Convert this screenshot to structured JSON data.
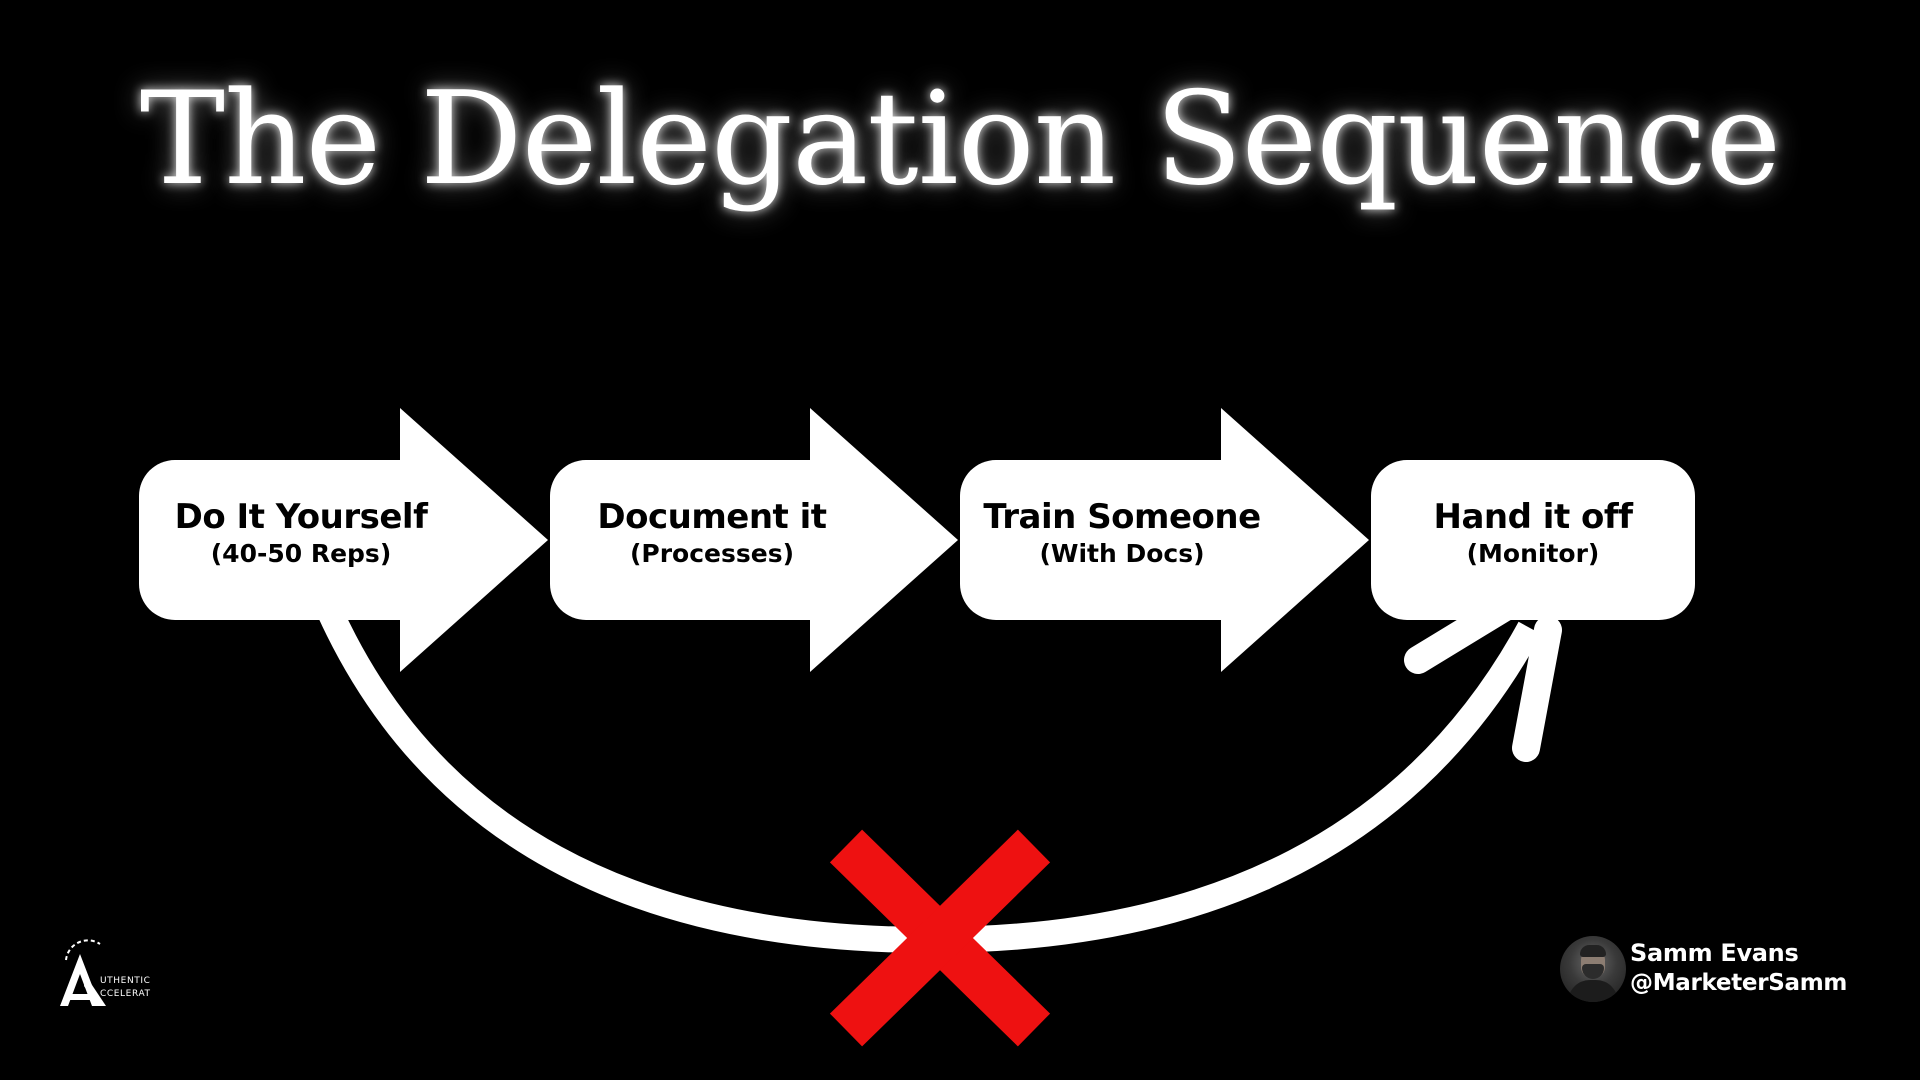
{
  "title": "The Delegation Sequence",
  "steps": [
    {
      "label": "Do It Yourself",
      "sub": "(40-50 Reps)"
    },
    {
      "label": "Document it",
      "sub": "(Processes)"
    },
    {
      "label": "Train Someone",
      "sub": "(With Docs)"
    },
    {
      "label": "Hand it off",
      "sub": "(Monitor)"
    }
  ],
  "brand": {
    "line1": "UTHENTIC",
    "line2": "CCELERAT"
  },
  "author": {
    "name": "Samm Evans",
    "handle": "@MarketerSamm"
  },
  "colors": {
    "background": "#000000",
    "foreground": "#ffffff",
    "blocked_marker": "#ee1111",
    "step_text": "#000000"
  },
  "icons": {
    "skip_path": "curved-arrow-icon",
    "blocked": "red-x-icon",
    "logo": "aa-logo-icon",
    "avatar": "avatar-photo"
  }
}
